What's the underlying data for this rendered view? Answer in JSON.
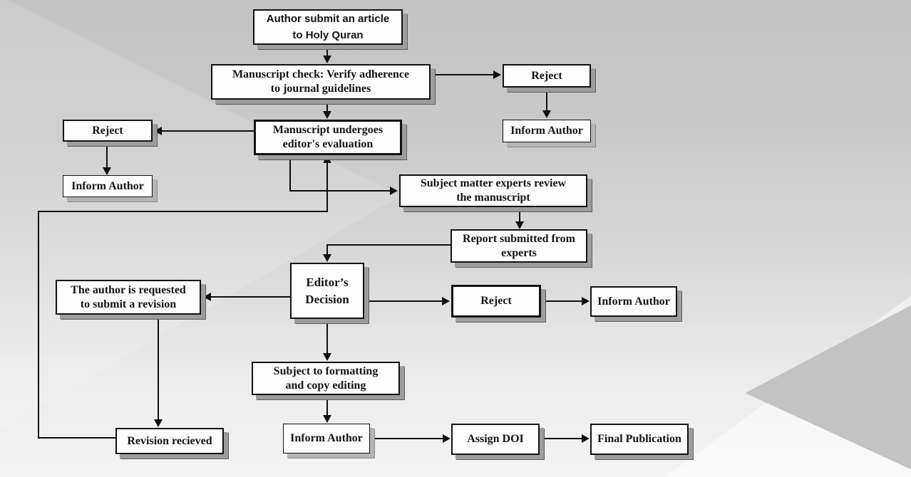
{
  "title": "Journal manuscript submission and review flowchart",
  "colors": {
    "background_top": "#c3c3c3",
    "background_bottom": "#f4f4f4",
    "node_fill": "#fdfdfd",
    "node_border": "#121212",
    "node_shadow": "#9d9d9d",
    "connector": "#0f0f0f",
    "accent_triangle": "#c3c3c3"
  },
  "nodes": {
    "author_submit": {
      "label": "Author submit an article\nto Holy Quran"
    },
    "manuscript_check": {
      "label": "Manuscript check: Verify adherence\nto journal guidelines"
    },
    "reject_top": {
      "label": "Reject"
    },
    "inform_author_top": {
      "label": "Inform Author"
    },
    "reject_left": {
      "label": "Reject"
    },
    "editor_evaluation": {
      "label": "Manuscript undergoes\neditor's evaluation"
    },
    "inform_author_left": {
      "label": "Inform Author"
    },
    "subject_experts": {
      "label": "Subject matter experts review\nthe manuscript"
    },
    "report_experts": {
      "label": "Report submitted from\nexperts"
    },
    "editor_decision": {
      "label": "Editor’s\nDecision"
    },
    "author_revision": {
      "label": "The author is requested\nto submit a revision"
    },
    "reject_mid": {
      "label": "Reject"
    },
    "inform_author_mid": {
      "label": "Inform Author"
    },
    "subject_formatting": {
      "label": "Subject to formatting\nand copy editing"
    },
    "revision_recieved": {
      "label": "Revision recieved"
    },
    "inform_author_bottom": {
      "label": "Inform Author"
    },
    "assign_doi": {
      "label": "Assign DOI"
    },
    "final_publication": {
      "label": "Final Publication"
    }
  },
  "edges": [
    {
      "from": "author_submit",
      "to": "manuscript_check"
    },
    {
      "from": "manuscript_check",
      "to": "reject_top"
    },
    {
      "from": "reject_top",
      "to": "inform_author_top"
    },
    {
      "from": "manuscript_check",
      "to": "editor_evaluation"
    },
    {
      "from": "editor_evaluation",
      "to": "reject_left"
    },
    {
      "from": "reject_left",
      "to": "inform_author_left"
    },
    {
      "from": "editor_evaluation",
      "to": "subject_experts"
    },
    {
      "from": "subject_experts",
      "to": "report_experts"
    },
    {
      "from": "report_experts",
      "to": "editor_decision"
    },
    {
      "from": "editor_decision",
      "to": "author_revision"
    },
    {
      "from": "editor_decision",
      "to": "reject_mid"
    },
    {
      "from": "reject_mid",
      "to": "inform_author_mid"
    },
    {
      "from": "editor_decision",
      "to": "subject_formatting"
    },
    {
      "from": "subject_formatting",
      "to": "inform_author_bottom"
    },
    {
      "from": "author_revision",
      "to": "revision_recieved"
    },
    {
      "from": "revision_recieved",
      "to": "editor_evaluation"
    },
    {
      "from": "inform_author_bottom",
      "to": "assign_doi"
    },
    {
      "from": "assign_doi",
      "to": "final_publication"
    }
  ]
}
